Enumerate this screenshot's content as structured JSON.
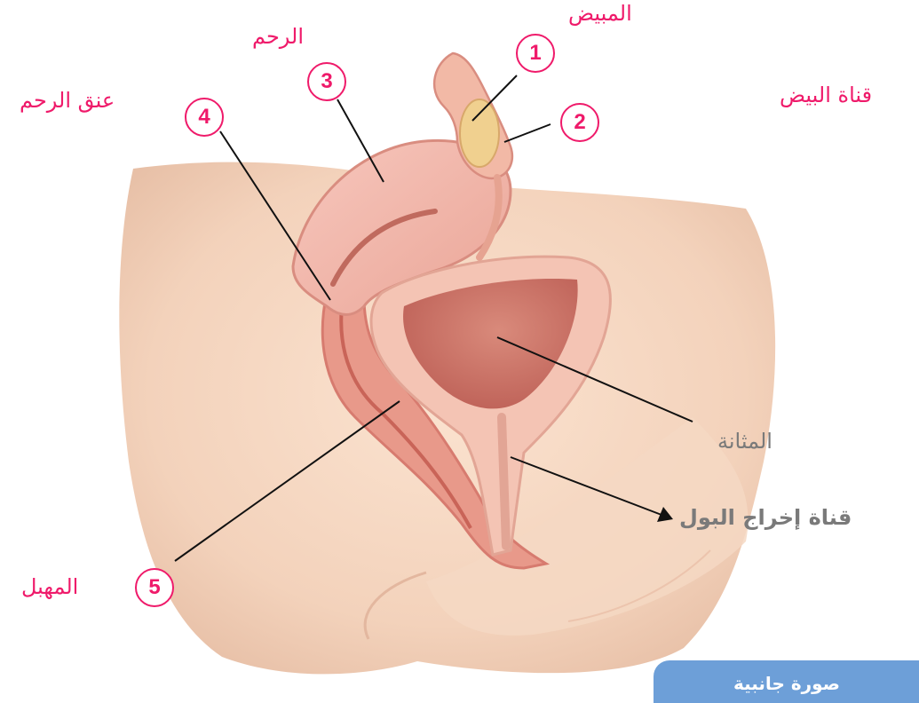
{
  "diagram": {
    "accent_color": "#ef1a6a",
    "muted_color": "#7a7a7a",
    "caption_color": "#6d9fd8",
    "labels": {
      "ovary": "المبيض",
      "fallopian_tube": "قناة البيض",
      "uterus": "الرحم",
      "cervix": "عنق الرحم",
      "vagina": "المهبل",
      "bladder": "المثانة",
      "urethra": "قناة إخراج البول"
    },
    "numbers": {
      "ovary": "1",
      "fallopian_tube": "2",
      "uterus": "3",
      "cervix": "4",
      "vagina": "5"
    },
    "caption": "صورة جانبية"
  }
}
